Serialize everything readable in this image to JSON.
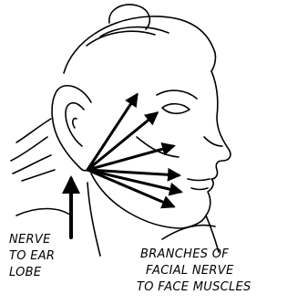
{
  "labels": {
    "ear_lobe_nerve": [
      "NERVE",
      "TO EAR",
      "LOBE"
    ],
    "facial_nerve": [
      "BRANCHES OF",
      "FACIAL NERVE",
      "TO FACE MUSCLES"
    ]
  },
  "colors": {
    "ink": "#000000",
    "background": "#ffffff"
  }
}
